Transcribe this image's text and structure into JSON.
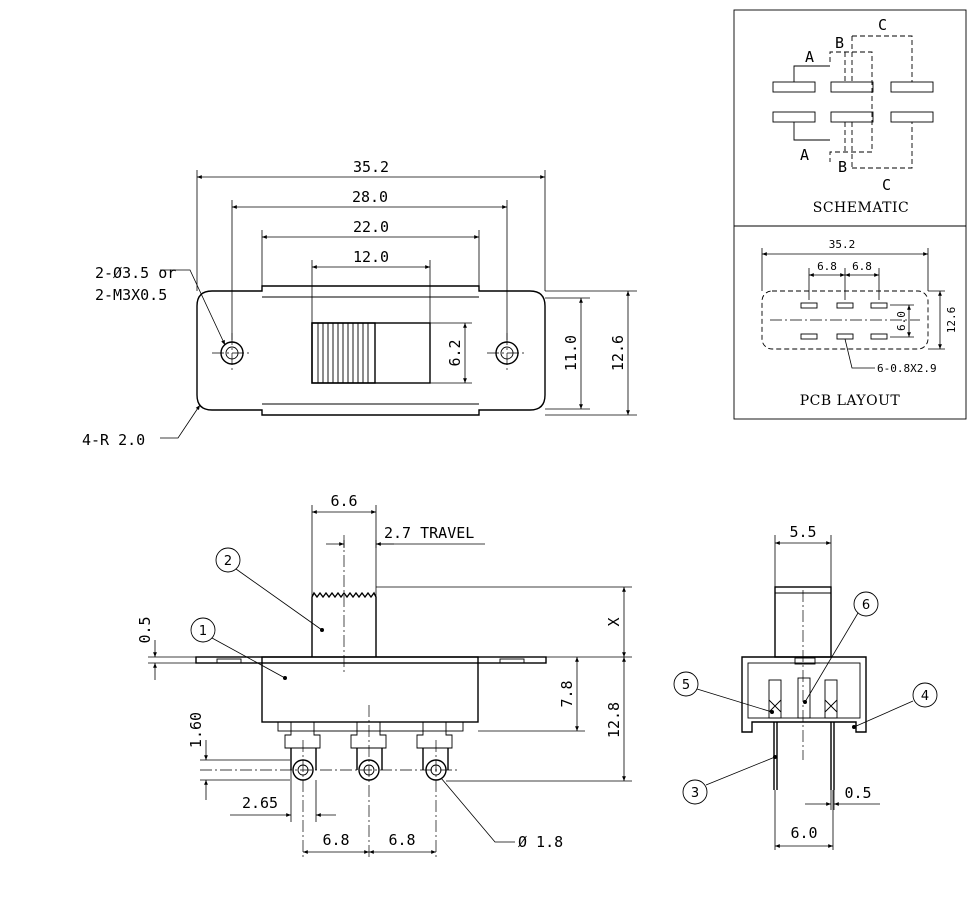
{
  "top_view": {
    "dim_overall": "35.2",
    "dim_holes": "28.0",
    "dim_body": "22.0",
    "dim_slot": "12.0",
    "dim_slot_h": "6.2",
    "dim_body_h": "11.0",
    "dim_overall_h": "12.6",
    "hole_note_1": "2-Ø3.5 or",
    "hole_note_2": "2-M3X0.5",
    "radius_note": "4-R 2.0"
  },
  "schematic": {
    "title": "SCHEMATIC",
    "labels": [
      "A",
      "B",
      "C",
      "A",
      "B",
      "C"
    ]
  },
  "pcb_layout": {
    "title": "PCB LAYOUT",
    "dim_width": "35.2",
    "dim_pitch_1": "6.8",
    "dim_pitch_2": "6.8",
    "dim_row": "6.0",
    "dim_height": "12.6",
    "pad_note": "6-0.8X2.9"
  },
  "side_view": {
    "dim_knob": "6.6",
    "dim_travel": "2.7 TRAVEL",
    "dim_flange": "0.5",
    "dim_x": "X",
    "dim_body": "7.8",
    "dim_total": "12.8",
    "dim_pin_offset": "1.60",
    "dim_edge": "2.65",
    "dim_pitch_1": "6.8",
    "dim_pitch_2": "6.8",
    "dim_hole": "Ø 1.8",
    "balloons": [
      "2",
      "1"
    ]
  },
  "end_view": {
    "dim_knob": "5.5",
    "dim_pin": "0.5",
    "dim_span": "6.0",
    "balloons": [
      "6",
      "5",
      "4",
      "3"
    ]
  }
}
